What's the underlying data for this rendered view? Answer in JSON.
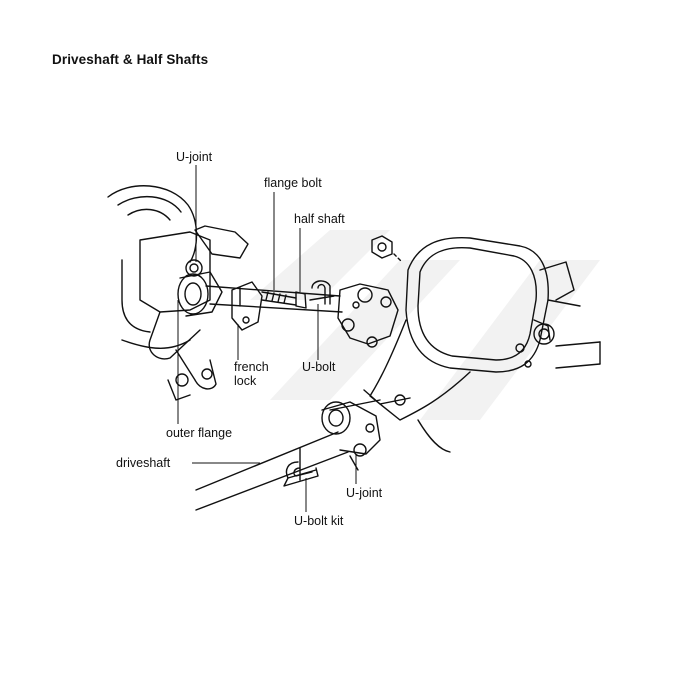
{
  "title": "Driveshaft & Half Shafts",
  "labels": {
    "ujoint_top": "U-joint",
    "flange_bolt": "flange bolt",
    "half_shaft": "half shaft",
    "french_lock": "french lock",
    "ubolt": "U-bolt",
    "outer_flange": "outer flange",
    "driveshaft": "driveshaft",
    "ujoint_bottom": "U-joint",
    "ubolt_kit": "U-bolt kit"
  }
}
